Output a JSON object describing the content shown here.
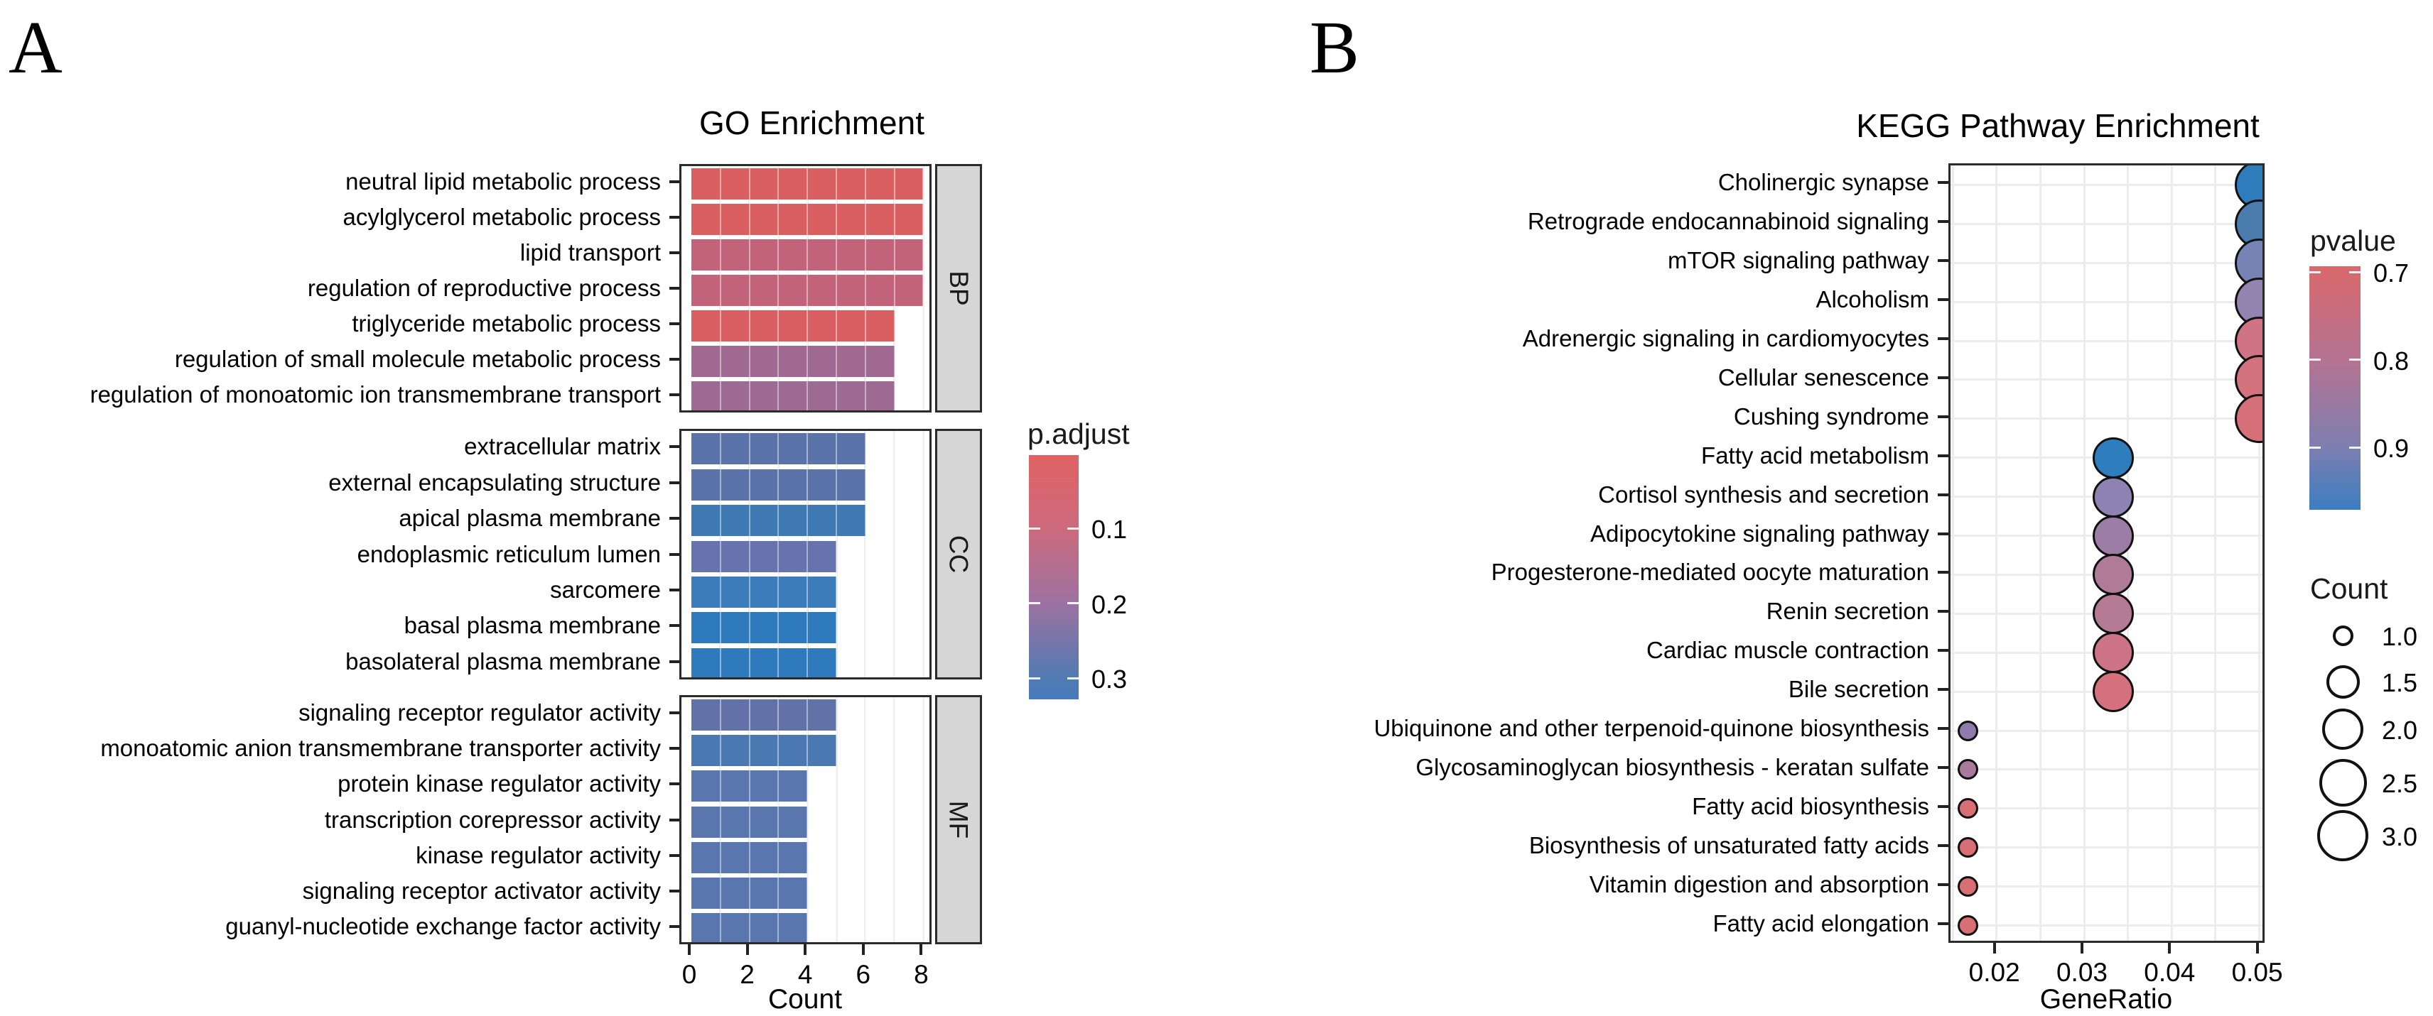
{
  "figure": {
    "panel_a_letter": "A",
    "panel_b_letter": "B"
  },
  "chart_data": [
    {
      "type": "bar",
      "title": "GO Enrichment",
      "xlabel": "Count",
      "x_ticks": [
        0,
        2,
        4,
        6,
        8
      ],
      "xlim": [
        0,
        8.4
      ],
      "grid": true,
      "legend": {
        "title": "p.adjust",
        "ticks": [
          0.1,
          0.2,
          0.3
        ],
        "gradient_top_color": "#e06264",
        "gradient_bottom_color": "#477abc"
      },
      "facets": [
        {
          "label": "BP",
          "rows": [
            {
              "category": "neutral lipid metabolic process",
              "value": 8,
              "color": "#d95f60"
            },
            {
              "category": "acylglycerol metabolic process",
              "value": 8,
              "color": "#d95f60"
            },
            {
              "category": "lipid transport",
              "value": 8,
              "color": "#c3637a"
            },
            {
              "category": "regulation of reproductive process",
              "value": 8,
              "color": "#c3637a"
            },
            {
              "category": "triglyceride metabolic process",
              "value": 7,
              "color": "#da5f63"
            },
            {
              "category": "regulation of small molecule metabolic process",
              "value": 7,
              "color": "#a06991"
            },
            {
              "category": "regulation of monoatomic ion transmembrane transport",
              "value": 7,
              "color": "#9d6a93"
            }
          ]
        },
        {
          "label": "CC",
          "rows": [
            {
              "category": "extracellular matrix",
              "value": 6,
              "color": "#5a73a8"
            },
            {
              "category": "external encapsulating structure",
              "value": 6,
              "color": "#5a73a8"
            },
            {
              "category": "apical plasma membrane",
              "value": 6,
              "color": "#3f79b4"
            },
            {
              "category": "endoplasmic reticulum lumen",
              "value": 5,
              "color": "#6673ac"
            },
            {
              "category": "sarcomere",
              "value": 5,
              "color": "#3c7cba"
            },
            {
              "category": "basal plasma membrane",
              "value": 5,
              "color": "#2f7abd"
            },
            {
              "category": "basolateral plasma membrane",
              "value": 5,
              "color": "#2f7abd"
            }
          ]
        },
        {
          "label": "MF",
          "rows": [
            {
              "category": "signaling receptor regulator activity",
              "value": 5,
              "color": "#6272a9"
            },
            {
              "category": "monoatomic anion transmembrane transporter activity",
              "value": 5,
              "color": "#4a79b2"
            },
            {
              "category": "protein kinase regulator activity",
              "value": 4,
              "color": "#5a76af"
            },
            {
              "category": "transcription corepressor activity",
              "value": 4,
              "color": "#5a76af"
            },
            {
              "category": "kinase regulator activity",
              "value": 4,
              "color": "#5a76af"
            },
            {
              "category": "signaling receptor activator activity",
              "value": 4,
              "color": "#5a76af"
            },
            {
              "category": "guanyl-nucleotide exchange factor activity",
              "value": 4,
              "color": "#5a76af"
            }
          ]
        }
      ]
    },
    {
      "type": "scatter",
      "title": "KEGG Pathway Enrichment",
      "xlabel": "GeneRatio",
      "x_ticks": [
        0.02,
        0.03,
        0.04,
        0.05
      ],
      "xlim": [
        0.0147,
        0.0508
      ],
      "grid": true,
      "color_legend": {
        "title": "pvalue",
        "ticks": [
          0.7,
          0.8,
          0.9
        ],
        "gradient_top_color": "#d9686b",
        "gradient_bottom_color": "#3c7dc0"
      },
      "size_legend": {
        "title": "Count",
        "values": [
          "1.0",
          "1.5",
          "2.0",
          "2.5",
          "3.0"
        ]
      },
      "points": [
        {
          "pathway": "Cholinergic synapse",
          "gene_ratio": 0.05,
          "count": 3,
          "color": "#2e7cbc"
        },
        {
          "pathway": "Retrograde endocannabinoid signaling",
          "gene_ratio": 0.05,
          "count": 3,
          "color": "#4a7cb0"
        },
        {
          "pathway": "mTOR signaling pathway",
          "gene_ratio": 0.05,
          "count": 3,
          "color": "#7583b5"
        },
        {
          "pathway": "Alcoholism",
          "gene_ratio": 0.05,
          "count": 3,
          "color": "#9383b0"
        },
        {
          "pathway": "Adrenergic signaling in cardiomyocytes",
          "gene_ratio": 0.05,
          "count": 3,
          "color": "#d07384"
        },
        {
          "pathway": "Cellular senescence",
          "gene_ratio": 0.05,
          "count": 3,
          "color": "#d4727e"
        },
        {
          "pathway": "Cushing syndrome",
          "gene_ratio": 0.05,
          "count": 3,
          "color": "#d76f79"
        },
        {
          "pathway": "Fatty acid metabolism",
          "gene_ratio": 0.0333,
          "count": 2,
          "color": "#2e7dbc"
        },
        {
          "pathway": "Cortisol synthesis and secretion",
          "gene_ratio": 0.0333,
          "count": 2,
          "color": "#8d82b1"
        },
        {
          "pathway": "Adipocytokine signaling pathway",
          "gene_ratio": 0.0333,
          "count": 2,
          "color": "#9c7da6"
        },
        {
          "pathway": "Progesterone-mediated oocyte maturation",
          "gene_ratio": 0.0333,
          "count": 2,
          "color": "#b07b99"
        },
        {
          "pathway": "Renin secretion",
          "gene_ratio": 0.0333,
          "count": 2,
          "color": "#b57b94"
        },
        {
          "pathway": "Cardiac muscle contraction",
          "gene_ratio": 0.0333,
          "count": 2,
          "color": "#cc7486"
        },
        {
          "pathway": "Bile secretion",
          "gene_ratio": 0.0333,
          "count": 2,
          "color": "#d4717c"
        },
        {
          "pathway": "Ubiquinone and other terpenoid-quinone biosynthesis",
          "gene_ratio": 0.0167,
          "count": 1,
          "color": "#8e7bab"
        },
        {
          "pathway": "Glycosaminoglycan biosynthesis - keratan sulfate",
          "gene_ratio": 0.0167,
          "count": 1,
          "color": "#a87a9c"
        },
        {
          "pathway": "Fatty acid biosynthesis",
          "gene_ratio": 0.0167,
          "count": 1,
          "color": "#d76f74"
        },
        {
          "pathway": "Biosynthesis of unsaturated fatty acids",
          "gene_ratio": 0.0167,
          "count": 1,
          "color": "#d76f74"
        },
        {
          "pathway": "Vitamin digestion and absorption",
          "gene_ratio": 0.0167,
          "count": 1,
          "color": "#d76f74"
        },
        {
          "pathway": "Fatty acid elongation",
          "gene_ratio": 0.0167,
          "count": 1,
          "color": "#d76f74"
        }
      ]
    }
  ]
}
